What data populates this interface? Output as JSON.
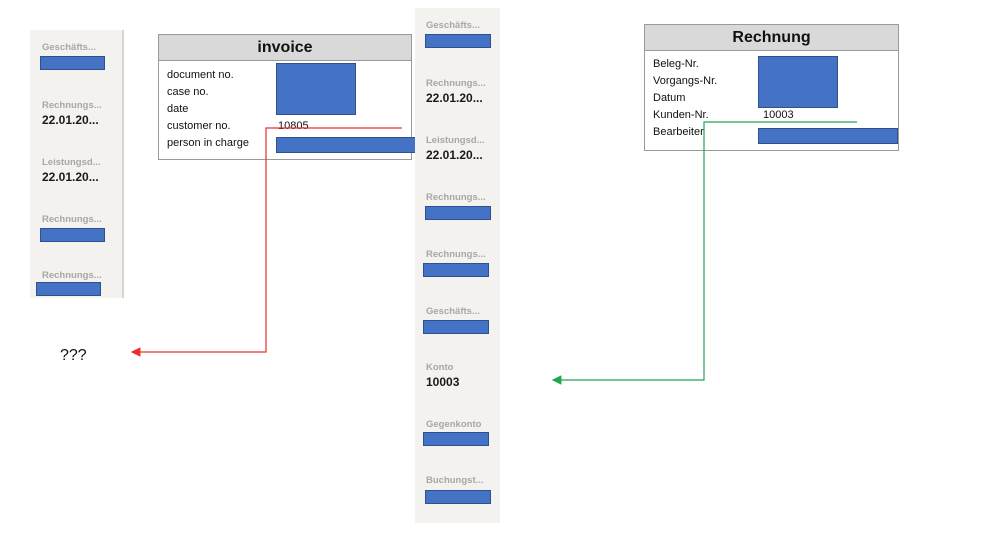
{
  "left_strip": {
    "fields": [
      {
        "label": "Geschäfts...",
        "value": ""
      },
      {
        "label": "Rechnungs...",
        "value": "22.01.20..."
      },
      {
        "label": "Leistungsd...",
        "value": "22.01.20..."
      },
      {
        "label": "Rechnungs...",
        "value": ""
      },
      {
        "label": "Rechnungs...",
        "value": ""
      }
    ]
  },
  "invoice_panel": {
    "title": "invoice",
    "rows": [
      {
        "label": "document no.",
        "value": ""
      },
      {
        "label": "case no.",
        "value": ""
      },
      {
        "label": "date",
        "value": ""
      },
      {
        "label": "customer no.",
        "value": "10805"
      },
      {
        "label": "person in charge",
        "value": ""
      }
    ]
  },
  "middle_strip": {
    "fields": [
      {
        "label": "Geschäfts...",
        "value": ""
      },
      {
        "label": "Rechnungs...",
        "value": "22.01.20..."
      },
      {
        "label": "Leistungsd...",
        "value": "22.01.20..."
      },
      {
        "label": "Rechnungs...",
        "value": ""
      },
      {
        "label": "Rechnungs...",
        "value": ""
      },
      {
        "label": "Geschäfts...",
        "value": ""
      },
      {
        "label": "Konto",
        "value": "10003"
      },
      {
        "label": "Gegenkonto",
        "value": ""
      },
      {
        "label": "Buchungst...",
        "value": ""
      }
    ]
  },
  "rechnung_panel": {
    "title": "Rechnung",
    "rows": [
      {
        "label": "Beleg-Nr.",
        "value": ""
      },
      {
        "label": "Vorgangs-Nr.",
        "value": ""
      },
      {
        "label": "Datum",
        "value": ""
      },
      {
        "label": "Kunden-Nr.",
        "value": "10003"
      },
      {
        "label": "Bearbeiter",
        "value": ""
      }
    ]
  },
  "unknown_target": "???",
  "colors": {
    "redaction": "#4472c4",
    "red_connector": "#e8302c",
    "green_connector": "#22a550",
    "panel_header": "#d9d9d9",
    "strip_bg": "#f3f2ef"
  }
}
